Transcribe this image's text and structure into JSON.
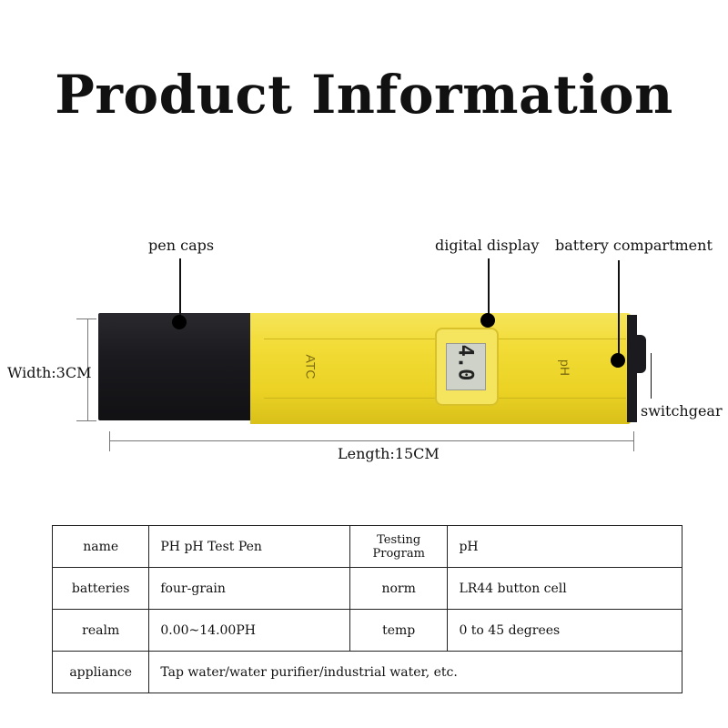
{
  "title": "Product Information",
  "diagram": {
    "labels": {
      "pen_caps": "pen caps",
      "digital_display": "digital display",
      "battery_compartment": "battery compartment",
      "switchgear": "switchgear",
      "width": "Width:3CM",
      "length": "Length:15CM"
    },
    "pen_text": {
      "atc": "ATC",
      "ph": "pH",
      "lcd_reading": "4.0"
    },
    "colors": {
      "pen_body": "#f2dc36",
      "pen_cap": "#1b1b1f",
      "lcd": "#cfd2c9"
    }
  },
  "spec_table": {
    "rows": [
      {
        "k1": "name",
        "v1": "PH pH Test Pen",
        "k2": "Testing Program",
        "v2": "pH"
      },
      {
        "k1": "batteries",
        "v1": "four-grain",
        "k2": "norm",
        "v2": "LR44 button cell"
      },
      {
        "k1": "realm",
        "v1": "0.00~14.00PH",
        "k2": "temp",
        "v2": "0 to 45 degrees"
      },
      {
        "k1": "appliance",
        "v1": "Tap water/water purifier/industrial water, etc."
      }
    ]
  }
}
